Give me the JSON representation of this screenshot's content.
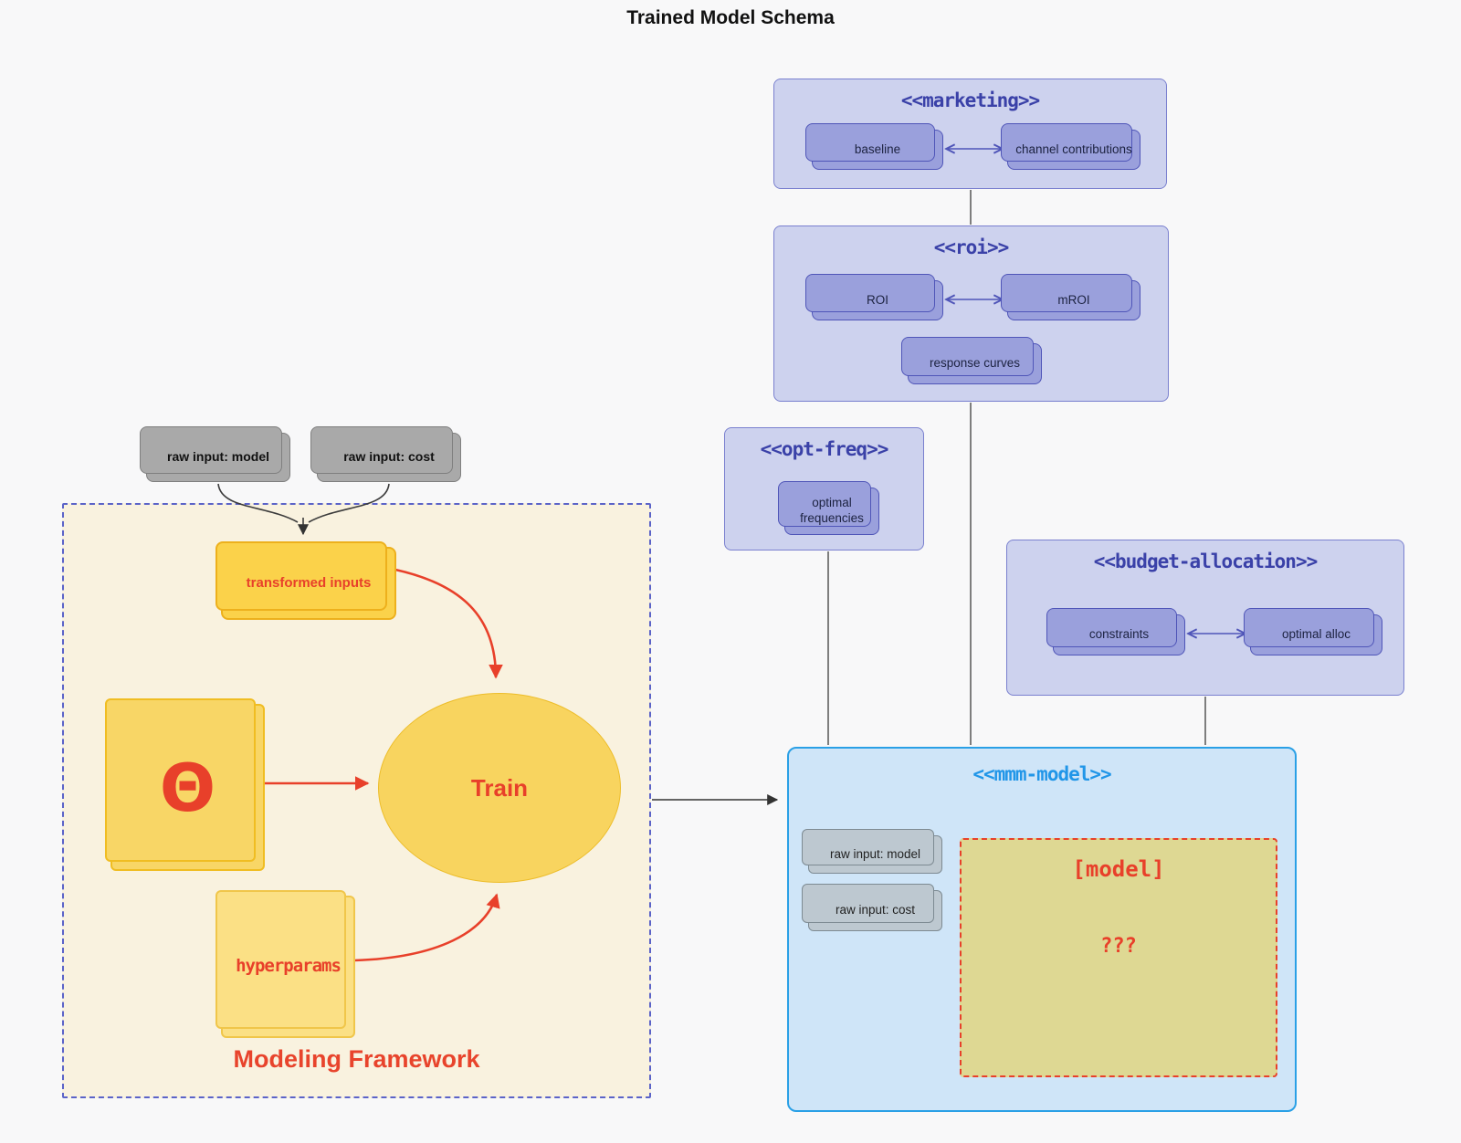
{
  "page": {
    "title": "Trained Model Schema"
  },
  "marketing": {
    "title": "<<marketing>>",
    "baseline": "baseline",
    "channel_contributions": "channel contributions"
  },
  "roi": {
    "title": "<<roi>>",
    "roi": "ROI",
    "mroi": "mROI",
    "response_curves": "response curves"
  },
  "opt_freq": {
    "title": "<<opt-freq>>",
    "optimal_frequencies": "optimal frequencies"
  },
  "budget_allocation": {
    "title": "<<budget-allocation>>",
    "constraints": "constraints",
    "optimal_alloc": "optimal alloc"
  },
  "mmm_model": {
    "title": "<<mmm-model>>",
    "raw_input_model": "raw input: model",
    "raw_input_cost": "raw input: cost",
    "model_box_label": "[model]",
    "model_box_unknown": "???"
  },
  "external_inputs": {
    "raw_input_model": "raw input: model",
    "raw_input_cost": "raw input: cost"
  },
  "modeling_framework": {
    "label": "Modeling Framework",
    "transformed_inputs": "transformed inputs",
    "theta": "Θ",
    "train": "Train",
    "hyperparams": "hyperparams"
  },
  "colors": {
    "periwinkle_container": "#cdd2ee",
    "periwinkle_node": "#9aa0dc",
    "periwinkle_border": "#4f55b8",
    "indigo_title": "#3a41a8",
    "mmm_fill": "#cfe5f8",
    "mmm_border": "#2aa0e6",
    "mmm_title": "#2196e8",
    "framework_fill": "#f9f2df",
    "framework_border": "#5b63c8",
    "yellow_fill": "#f8d666",
    "yellow_border": "#edbd2a",
    "red_accent": "#e8402a",
    "khaki_fill": "#ded893",
    "gray_node": "#a9a9a9",
    "slate_node": "#bdc8d0"
  }
}
